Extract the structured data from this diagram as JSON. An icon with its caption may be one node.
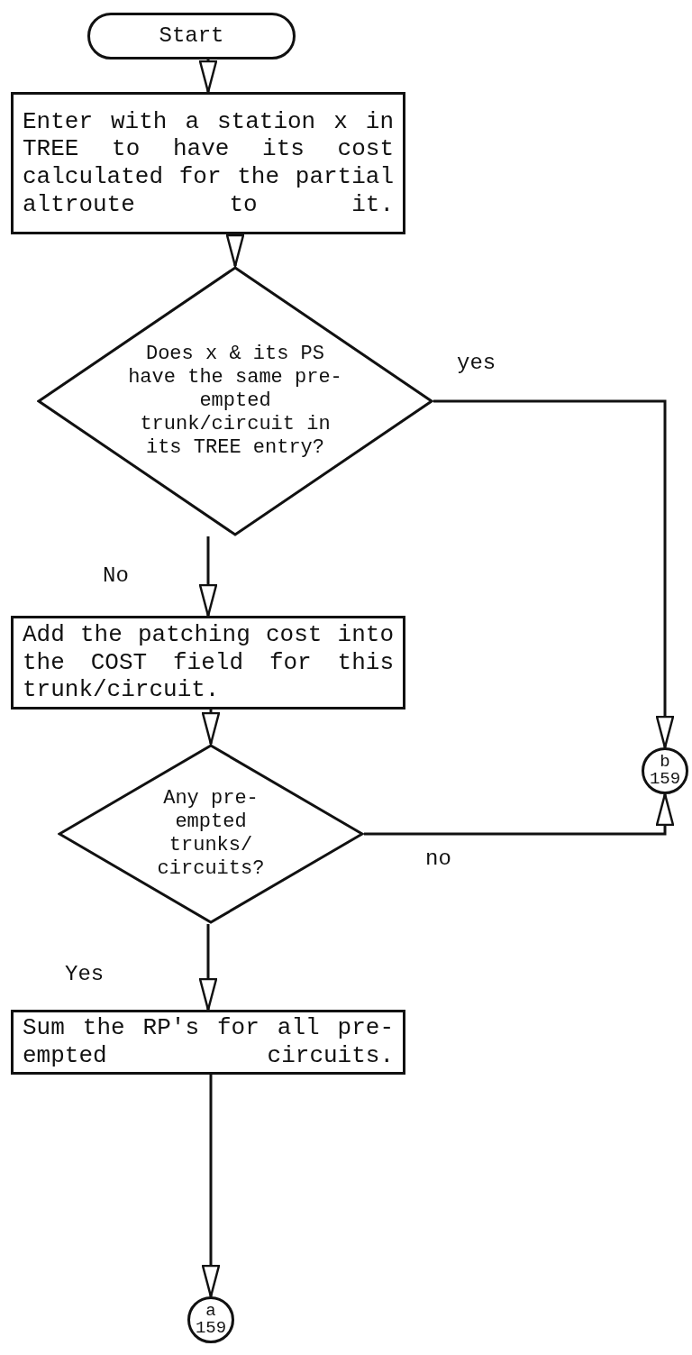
{
  "diagram": {
    "nodes": [
      {
        "text": [
          "Start"
        ]
      },
      {
        "text": [
          "Enter with a station x in TREE to have its cost calculated for the partial altroute to it."
        ]
      },
      {
        "text": [
          "Does x & its PS have the same pre-empted trunk/circuit in its TREE entry?"
        ]
      },
      {
        "text": [
          "Add the patching cost into the COST field for this trunk/circuit."
        ]
      },
      {
        "text": [
          "Any pre-empted trunks/ circuits?"
        ]
      },
      {
        "text": [
          "Sum the RP's for all pre-empted circuits."
        ]
      },
      {
        "text": [
          "a",
          "159"
        ]
      },
      {
        "text": [
          "b",
          "159"
        ]
      }
    ],
    "edges": [
      {
        "from": 0,
        "to": 1,
        "arrow": "to"
      },
      {
        "from": 1,
        "to": 2,
        "arrow": "to"
      },
      {
        "from": 2,
        "to": 3,
        "arrow": "to",
        "label": "No"
      },
      {
        "from": 2,
        "to": 7,
        "arrow": "to",
        "label": "yes"
      },
      {
        "from": 3,
        "to": 4,
        "arrow": "to"
      },
      {
        "from": 4,
        "to": 7,
        "arrow": "to",
        "label": "no"
      },
      {
        "from": 4,
        "to": 5,
        "arrow": "to",
        "label": "Yes"
      },
      {
        "from": 5,
        "to": 6,
        "arrow": "to"
      }
    ]
  }
}
